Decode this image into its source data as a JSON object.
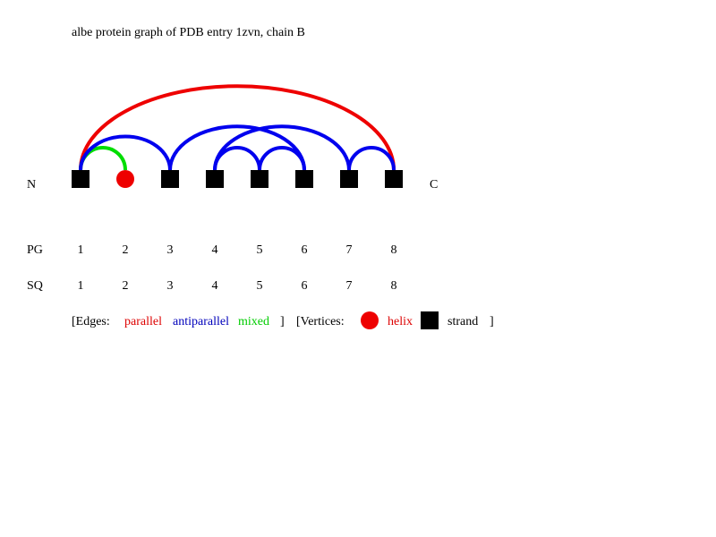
{
  "title": "albe protein graph of PDB entry 1zvn, chain B",
  "terminus": {
    "n": "N",
    "c": "C"
  },
  "rows": {
    "pg_label": "PG",
    "sq_label": "SQ"
  },
  "vertices": [
    {
      "pg": "1",
      "sq": "1",
      "type": "strand"
    },
    {
      "pg": "2",
      "sq": "2",
      "type": "helix"
    },
    {
      "pg": "3",
      "sq": "3",
      "type": "strand"
    },
    {
      "pg": "4",
      "sq": "4",
      "type": "strand"
    },
    {
      "pg": "5",
      "sq": "5",
      "type": "strand"
    },
    {
      "pg": "6",
      "sq": "6",
      "type": "strand"
    },
    {
      "pg": "7",
      "sq": "7",
      "type": "strand"
    },
    {
      "pg": "8",
      "sq": "8",
      "type": "strand"
    }
  ],
  "edges": [
    {
      "from": 1,
      "to": 8,
      "kind": "parallel"
    },
    {
      "from": 1,
      "to": 2,
      "kind": "mixed"
    },
    {
      "from": 1,
      "to": 3,
      "kind": "antiparallel"
    },
    {
      "from": 3,
      "to": 6,
      "kind": "antiparallel"
    },
    {
      "from": 4,
      "to": 7,
      "kind": "antiparallel"
    },
    {
      "from": 4,
      "to": 5,
      "kind": "antiparallel"
    },
    {
      "from": 5,
      "to": 6,
      "kind": "antiparallel"
    },
    {
      "from": 7,
      "to": 8,
      "kind": "antiparallel"
    }
  ],
  "legend": {
    "edges_open": "[Edges:",
    "parallel": "parallel",
    "antiparallel": "antiparallel",
    "mixed": "mixed",
    "edges_close": "]",
    "vertices_open": "[Vertices:",
    "helix": "helix",
    "strand": "strand",
    "vertices_close": "]"
  },
  "colors": {
    "parallel": "#ee0000",
    "antiparallel": "#0000ee",
    "mixed": "#00dd00",
    "helix": "#ee0000",
    "strand": "#000000"
  }
}
